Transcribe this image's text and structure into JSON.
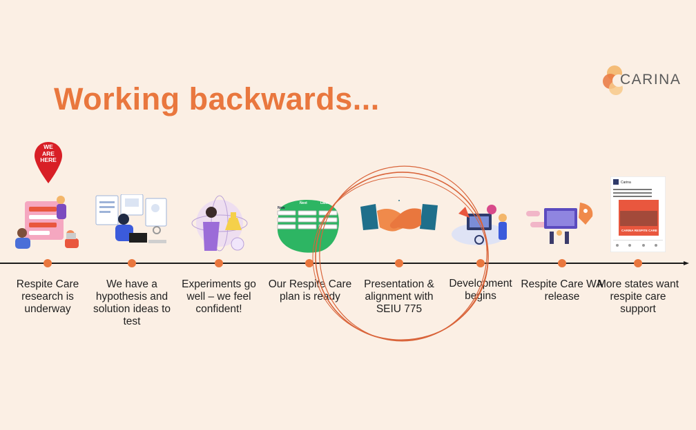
{
  "title": "Working backwards...",
  "logo": {
    "text": "CARINA"
  },
  "pin": {
    "line1": "WE",
    "line2": "ARE",
    "line3": "HERE"
  },
  "steps": [
    {
      "label": "Respite Care research is underway",
      "icon": "research-illustration"
    },
    {
      "label": "We have a hypothesis and solution ideas to test",
      "icon": "hypothesis-illustration"
    },
    {
      "label": "Experiments go well – we feel confident!",
      "icon": "experiment-illustration"
    },
    {
      "label": "Our Respite Care plan is ready",
      "icon": "plan-board-illustration"
    },
    {
      "label": "Presentation & alignment with SEIU 775",
      "icon": "handshake-illustration"
    },
    {
      "label": "Development begins",
      "icon": "development-illustration"
    },
    {
      "label": "Respite Care WA release",
      "icon": "release-illustration"
    },
    {
      "label": "More states want respite care support",
      "icon": "social-post-illustration"
    }
  ],
  "plan_board": {
    "col1": "Now",
    "col2": "Next",
    "col3": "Later"
  },
  "social_post": {
    "header": "Carina",
    "banner": "CARINA RESPITE CARE"
  },
  "colors": {
    "accent": "#e9773e",
    "line": "#1a1a1a",
    "dot": "#e9773e",
    "pin": "#d81f26",
    "bg": "#fbefe4"
  }
}
